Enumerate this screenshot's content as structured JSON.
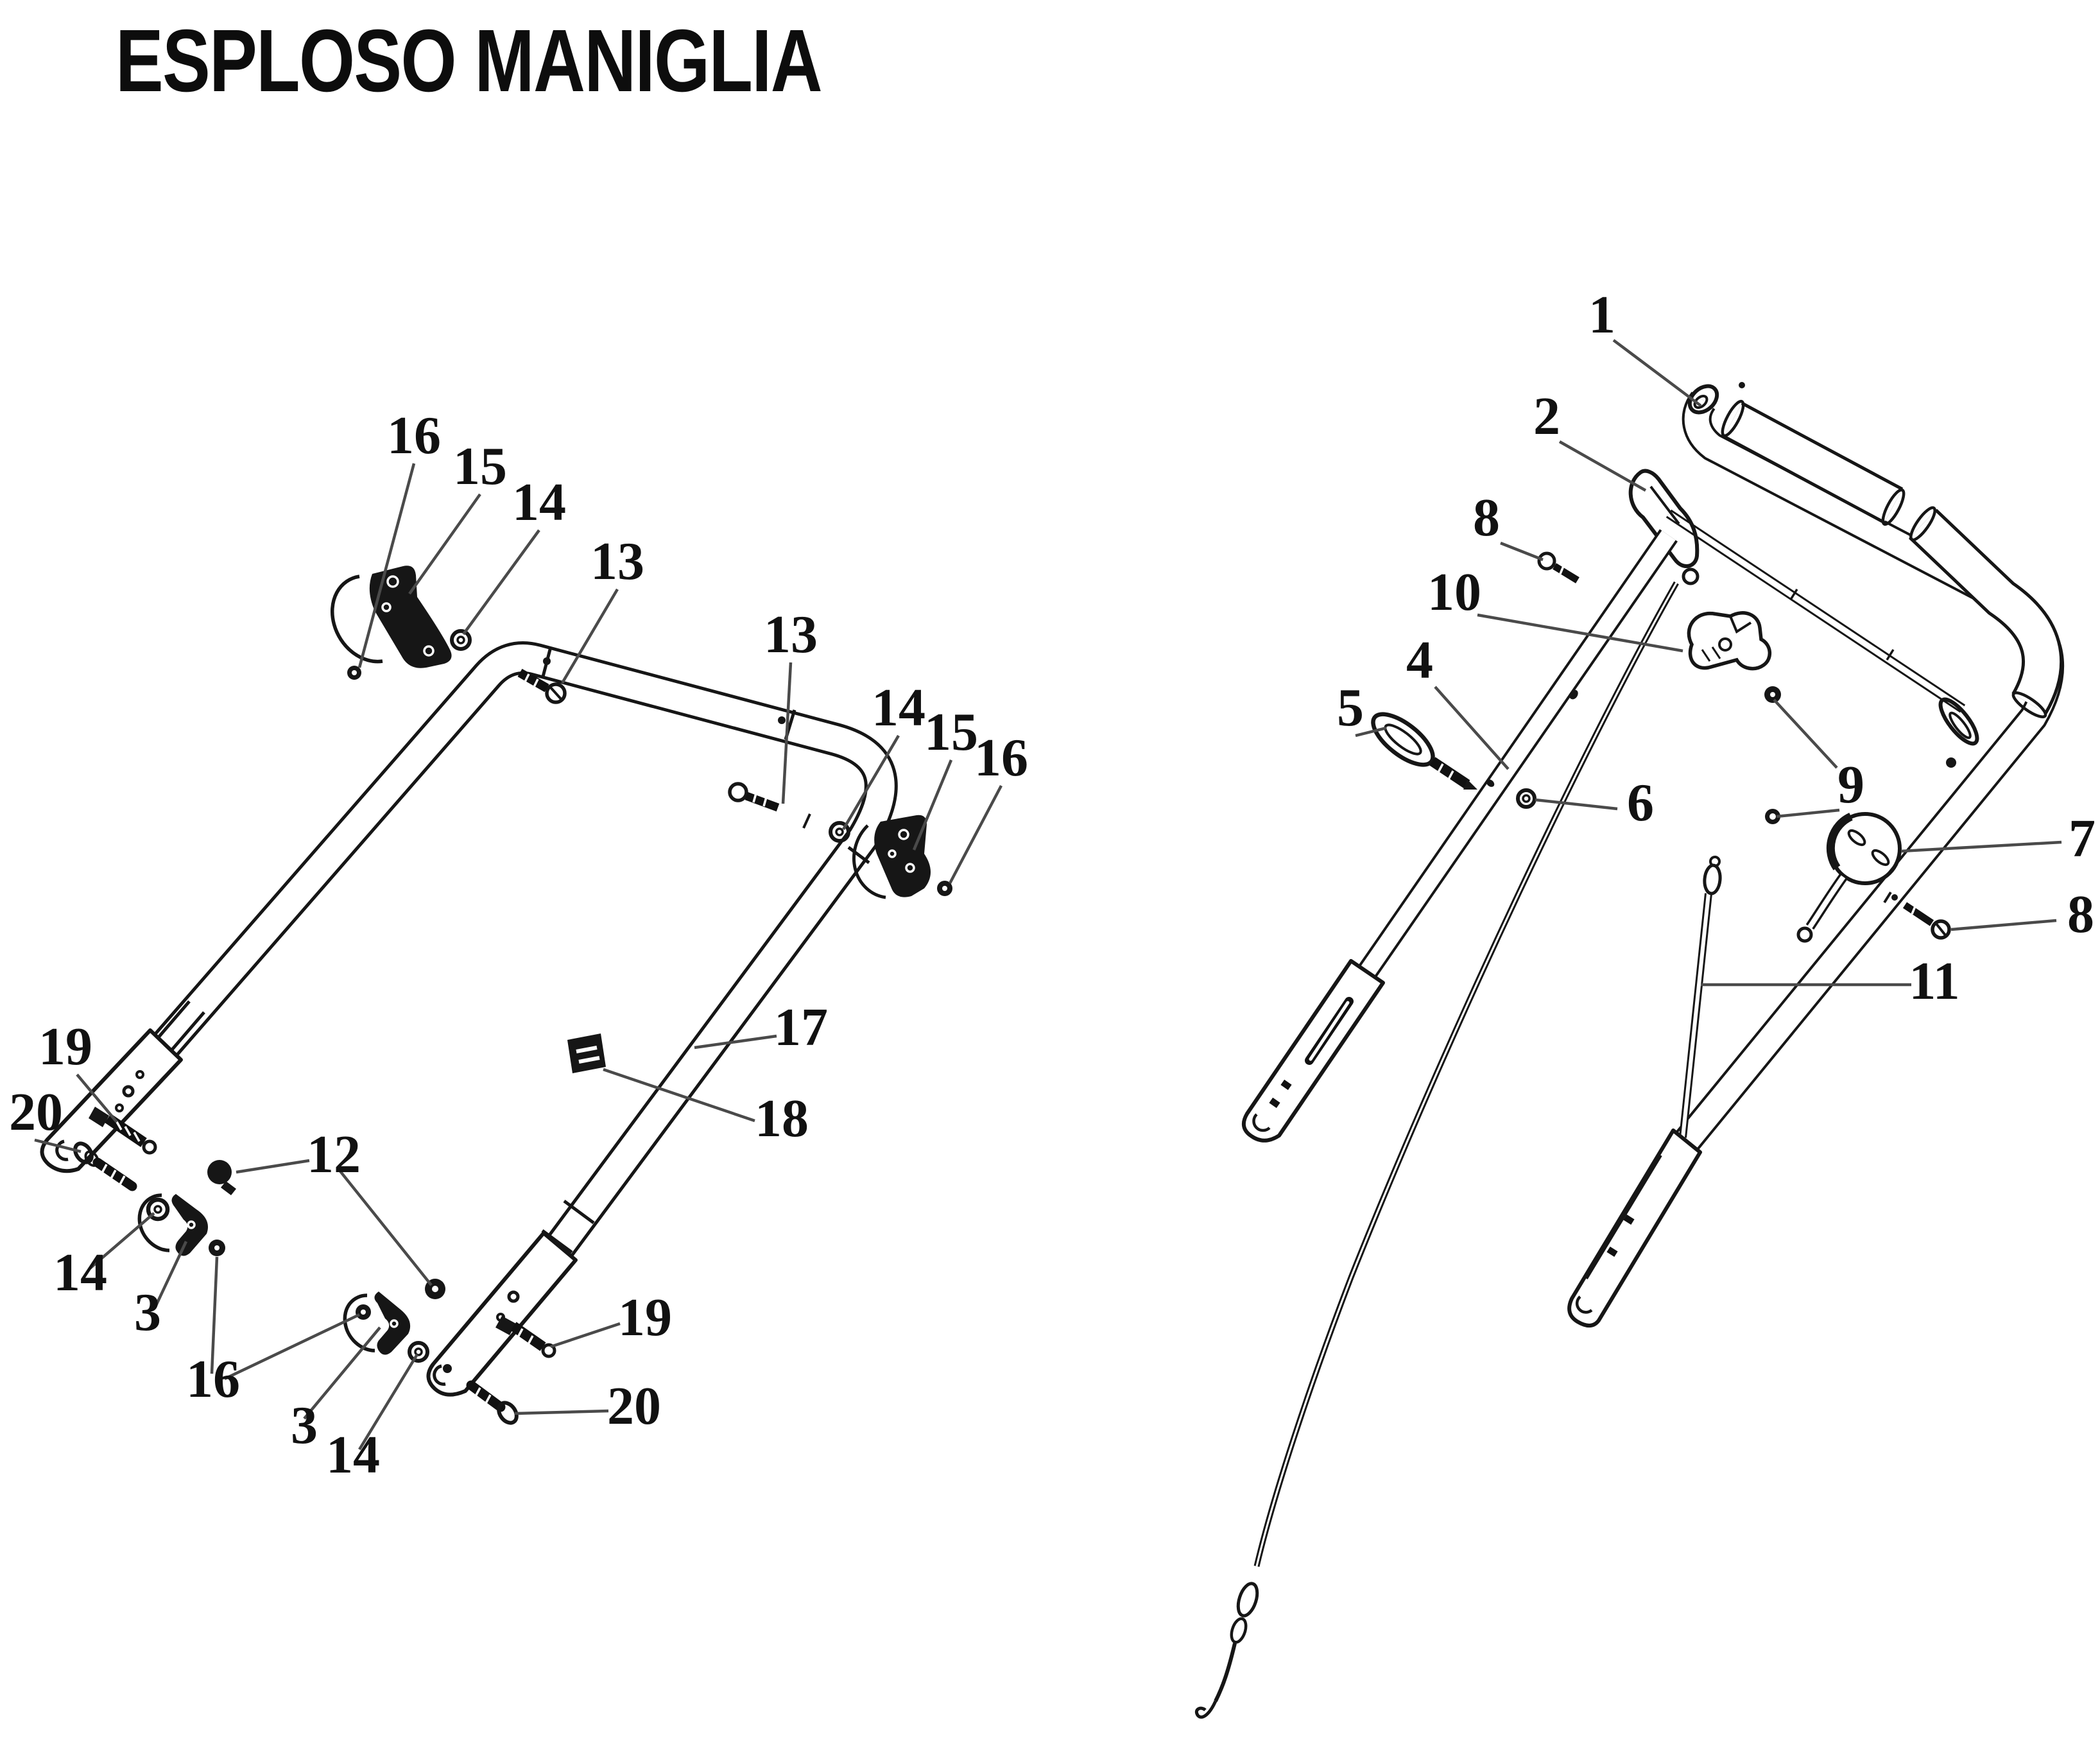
{
  "title": "ESPLOSO MANIGLIA",
  "colors": {
    "ink": "#161616",
    "leader": "#4a4a4a",
    "paper": "#ffffff"
  },
  "diagrams": {
    "lower_handle": {
      "callouts": [
        "16",
        "15",
        "14",
        "13",
        "13",
        "14",
        "15",
        "16",
        "17",
        "18",
        "19",
        "20",
        "14",
        "3",
        "16",
        "12",
        "3",
        "14",
        "19",
        "20"
      ]
    },
    "upper_handle": {
      "callouts": [
        "1",
        "2",
        "8",
        "10",
        "4",
        "5",
        "9",
        "7",
        "6",
        "8",
        "11"
      ]
    }
  }
}
